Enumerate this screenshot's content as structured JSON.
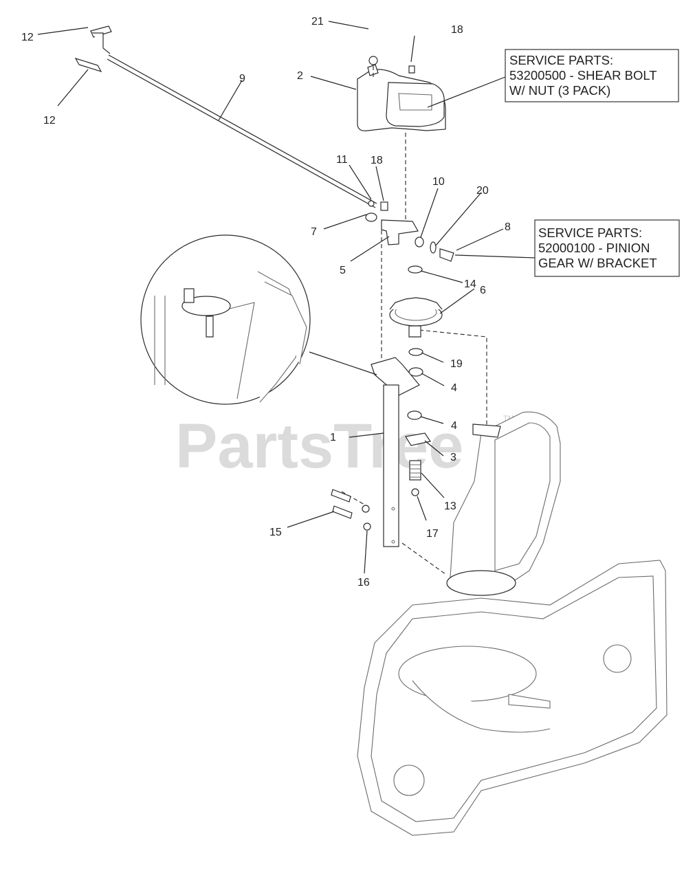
{
  "watermark": {
    "text": "PartsTree",
    "trademark": "TM"
  },
  "service_boxes": [
    {
      "lines": [
        "SERVICE PARTS:",
        "53200500 - SHEAR BOLT",
        "W/ NUT (3 PACK)"
      ]
    },
    {
      "lines": [
        "SERVICE PARTS:",
        "52000100 - PINION",
        "GEAR W/ BRACKET"
      ]
    }
  ],
  "callouts": {
    "c21": "21",
    "c18a": "18",
    "c2": "2",
    "c12a": "12",
    "c12b": "12",
    "c9": "9",
    "c11": "11",
    "c18b": "18",
    "c10": "10",
    "c20": "20",
    "c8": "8",
    "c7": "7",
    "c5": "5",
    "c14": "14",
    "c6": "6",
    "c19": "19",
    "c4a": "4",
    "c4b": "4",
    "c1": "1",
    "c3": "3",
    "c13": "13",
    "c15": "15",
    "c17": "17",
    "c16": "16"
  }
}
